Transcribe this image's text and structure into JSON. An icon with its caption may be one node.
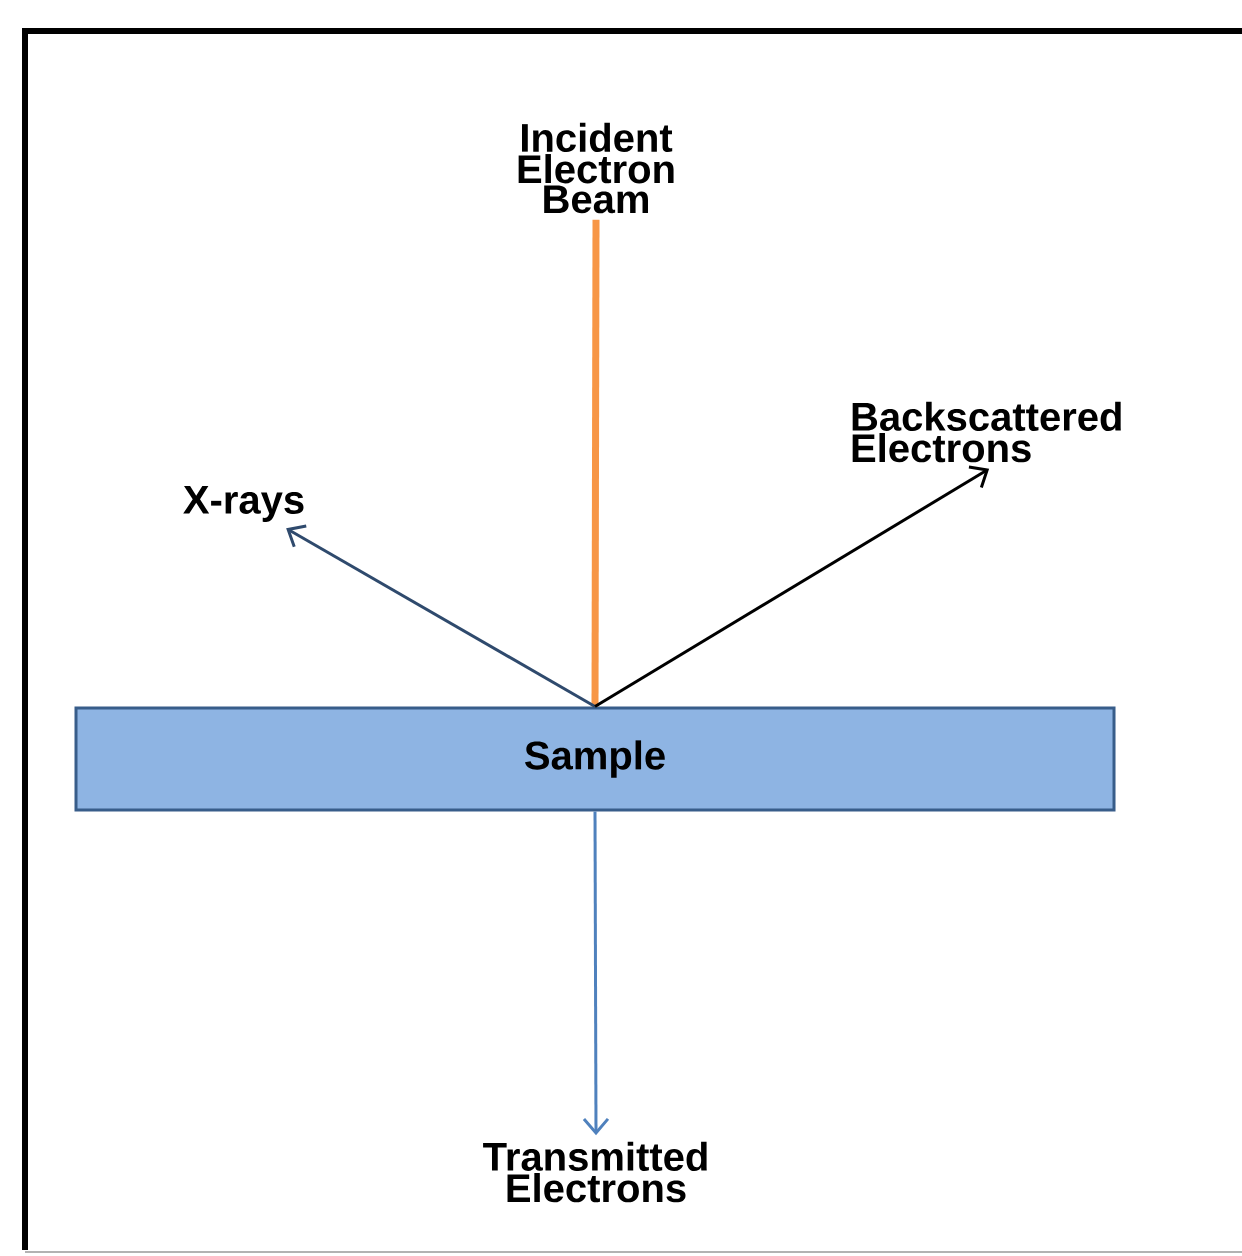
{
  "diagram": {
    "nodes": [
      {
        "text": [
          "Incident Electron Beam"
        ]
      },
      {
        "text": [
          "Sample"
        ]
      },
      {
        "text": [
          "X-rays"
        ]
      },
      {
        "text": [
          "Backscattered Electrons"
        ]
      },
      {
        "text": [
          "Transmitted Electrons"
        ]
      }
    ],
    "edges": [
      {
        "from": 0,
        "to": 1,
        "arrow": "none",
        "style": "thick",
        "color": "#f79646"
      },
      {
        "from": 1,
        "to": 2,
        "arrow": "to",
        "color": "#2f4a6d"
      },
      {
        "from": 1,
        "to": 3,
        "arrow": "to",
        "color": "#000000"
      },
      {
        "from": 1,
        "to": 4,
        "arrow": "to",
        "color": "#4f81bd"
      }
    ]
  }
}
